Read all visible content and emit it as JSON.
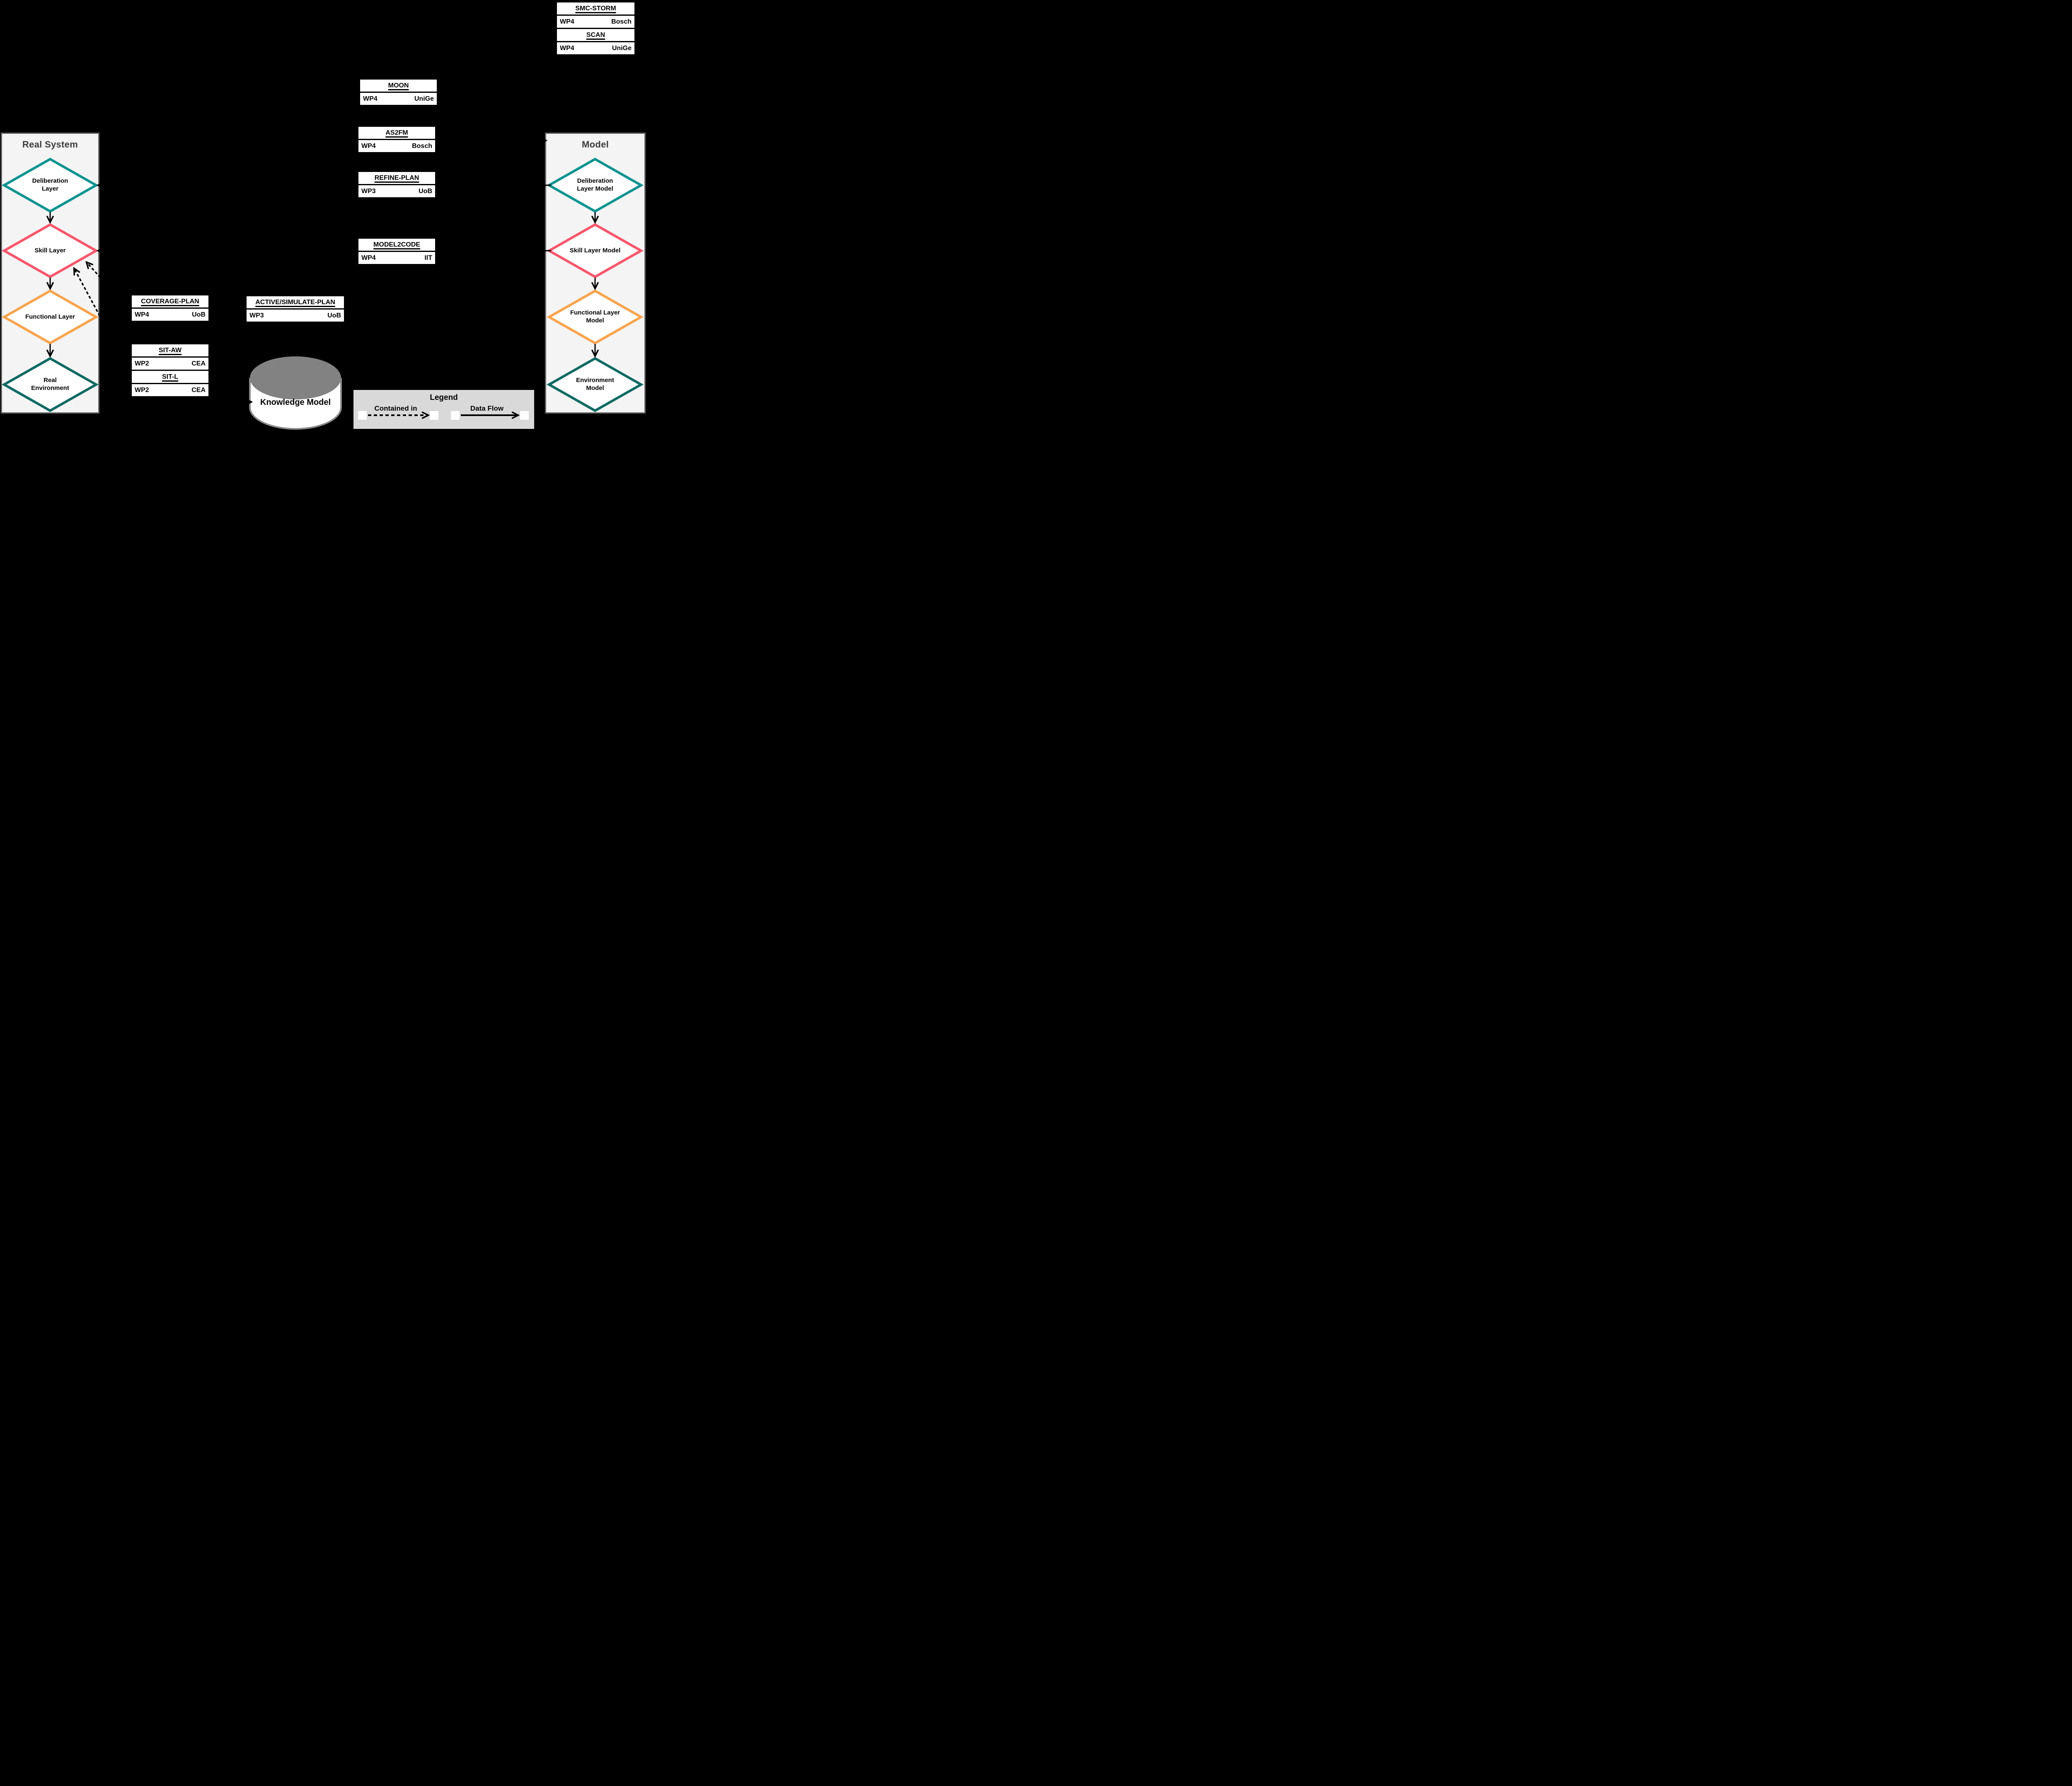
{
  "colors": {
    "teal": "#0D9390",
    "red": "#F8566B",
    "orange": "#F9A44E",
    "dark_teal": "#0F6A63",
    "panel_bg": "#F4F4F4",
    "panel_border": "#676767",
    "legend_bg": "#D9D9D9",
    "cylinder_top_gray": "#828282",
    "cylinder_outline": "#8A8A8A",
    "box_bg": "#FFFFFF",
    "line_black": "#000000"
  },
  "panels": {
    "real_system": {
      "title": "Real System"
    },
    "model": {
      "title": "Model"
    }
  },
  "diamonds": {
    "deliberation": "Deliberation\nLayer",
    "skill": "Skill Layer",
    "functional": "Functional Layer",
    "environment": "Real\nEnvironment",
    "deliberation_model": "Deliberation\nLayer Model",
    "skill_model": "Skill Layer Model",
    "functional_model": "Functional Layer\nModel",
    "environment_model": "Environment\nModel"
  },
  "tools": {
    "smc_storm": {
      "title": "SMC-STORM",
      "wp": "WP4",
      "org": "Bosch"
    },
    "scan": {
      "title": "SCAN",
      "wp": "WP4",
      "org": "UniGe"
    },
    "moon": {
      "title": "MOON",
      "wp": "WP4",
      "org": "UniGe"
    },
    "as2fm": {
      "title": "AS2FM",
      "wp": "WP4",
      "org": "Bosch"
    },
    "refine_plan": {
      "title": "REFINE-PLAN",
      "wp": "WP3",
      "org": "UoB"
    },
    "model2code": {
      "title": "MODEL2CODE",
      "wp": "WP4",
      "org": "IIT"
    },
    "coverage_plan": {
      "title": "COVERAGE-PLAN",
      "wp": "WP4",
      "org": "UoB"
    },
    "active_simulate_plan": {
      "title": "ACTIVE/SIMULATE-PLAN",
      "wp": "WP3",
      "org": "UoB"
    },
    "sit_aw": {
      "title": "SIT-AW",
      "wp": "WP2",
      "org": "CEA"
    },
    "sit_l": {
      "title": "SIT-L",
      "wp": "WP2",
      "org": "CEA"
    }
  },
  "knowledge_model": {
    "label": "Knowledge Model"
  },
  "legend": {
    "title": "Legend",
    "contained_in": "Contained in",
    "data_flow": "Data Flow"
  }
}
